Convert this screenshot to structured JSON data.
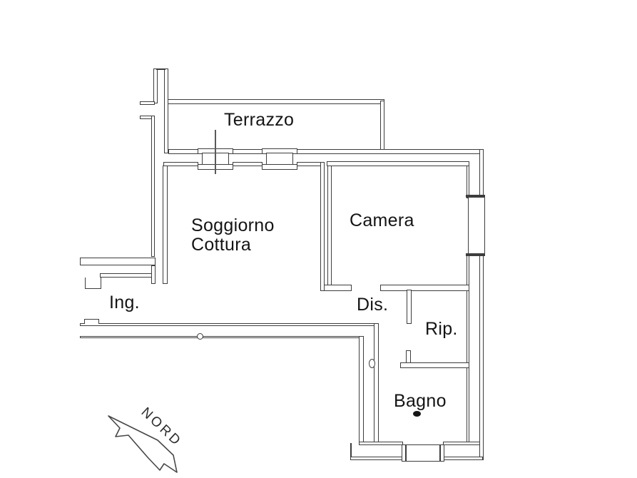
{
  "plan": {
    "rooms": [
      {
        "id": "terrazzo",
        "label": "Terrazzo"
      },
      {
        "id": "soggiorno-cottura",
        "label": "Soggiorno",
        "label_line2": "Cottura"
      },
      {
        "id": "camera",
        "label": "Camera"
      },
      {
        "id": "ingresso",
        "label": "Ing."
      },
      {
        "id": "disimpegno",
        "label": "Dis."
      },
      {
        "id": "ripostiglio",
        "label": "Rip."
      },
      {
        "id": "bagno",
        "label": "Bagno"
      }
    ],
    "compass": {
      "label": "NORD"
    },
    "colors": {
      "wall_line": "#3d3d3d",
      "label_text": "#141414",
      "background": "#ffffff"
    }
  }
}
